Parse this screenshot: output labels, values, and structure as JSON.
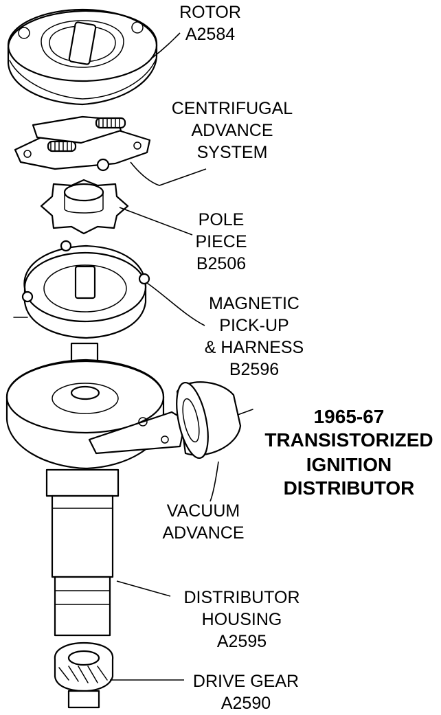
{
  "title": {
    "line1": "1965-67",
    "line2": "TRANSISTORIZED",
    "line3": "IGNITION",
    "line4": "DISTRIBUTOR"
  },
  "parts": {
    "rotor": {
      "name": "ROTOR",
      "number": "A2584"
    },
    "centrifugal": {
      "line1": "CENTRIFUGAL",
      "line2": "ADVANCE",
      "line3": "SYSTEM"
    },
    "pole_piece": {
      "line1": "POLE",
      "line2": "PIECE",
      "number": "B2506"
    },
    "pickup": {
      "line1": "MAGNETIC",
      "line2": "PICK-UP",
      "line3": "& HARNESS",
      "number": "B2596"
    },
    "vacuum": {
      "line1": "VACUUM",
      "line2": "ADVANCE"
    },
    "housing": {
      "line1": "DISTRIBUTOR",
      "line2": "HOUSING",
      "number": "A2595"
    },
    "drive_gear": {
      "line1": "DRIVE GEAR",
      "number": "A2590"
    }
  }
}
